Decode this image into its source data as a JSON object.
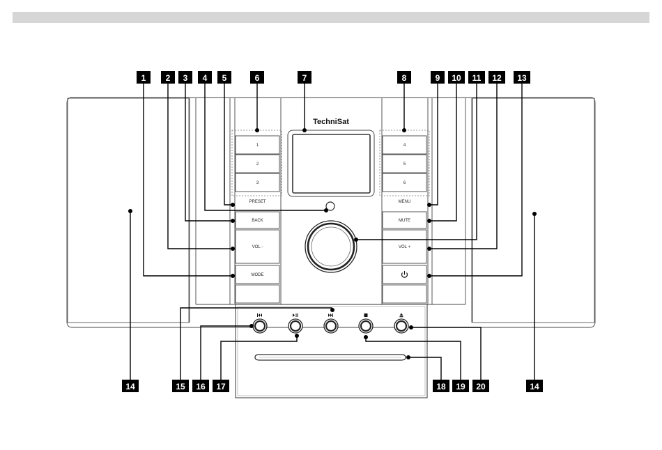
{
  "brand": "TechniSat",
  "preset_keys_left": [
    "1",
    "2",
    "3"
  ],
  "preset_keys_right": [
    "4",
    "5",
    "6"
  ],
  "left_labels": {
    "preset": "PRESET",
    "back": "BACK",
    "vol_minus": "VOL -",
    "mode": "MODE"
  },
  "right_labels": {
    "menu": "MENU",
    "mute": "MUTE",
    "vol_plus": "VOL +",
    "power_icon": "power-icon"
  },
  "cd_buttons": [
    "previous-track-icon",
    "play-pause-icon",
    "next-track-icon",
    "stop-icon",
    "eject-icon"
  ],
  "callouts": {
    "c1": "1",
    "c2": "2",
    "c3": "3",
    "c4": "4",
    "c5": "5",
    "c6": "6",
    "c7": "7",
    "c8": "8",
    "c9": "9",
    "c10": "10",
    "c11": "11",
    "c12": "12",
    "c13": "13",
    "c14a": "14",
    "c14b": "14",
    "c15": "15",
    "c16": "16",
    "c17": "17",
    "c18": "18",
    "c19": "19",
    "c20": "20"
  }
}
